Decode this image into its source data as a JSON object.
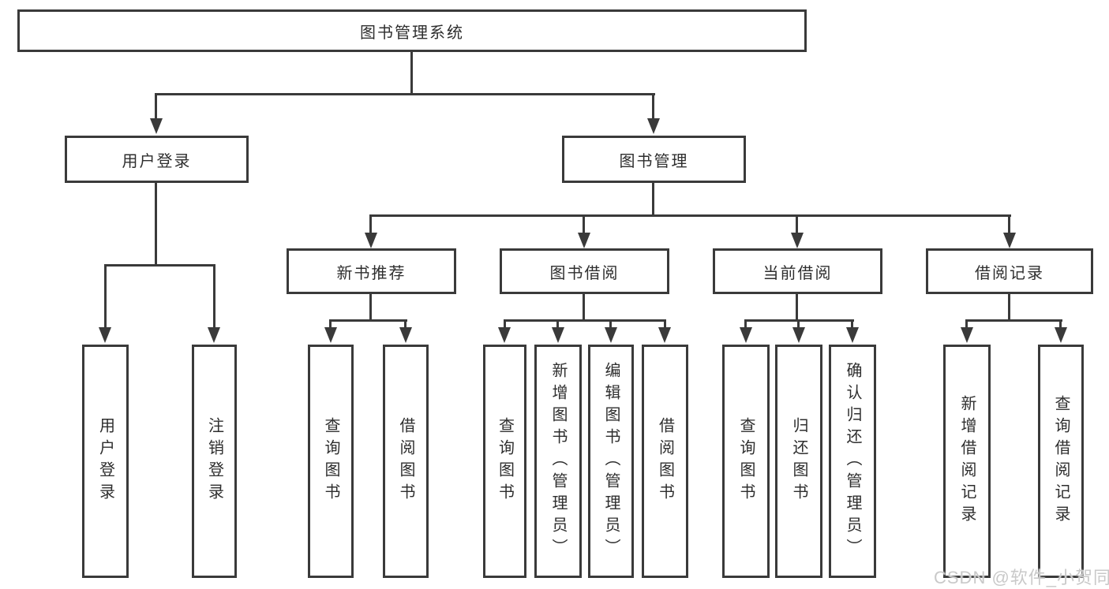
{
  "colors": {
    "line": "#3a3a3a",
    "text": "#2e2e2e",
    "background": "#ffffff",
    "watermark_text_color": "#c9c9c9"
  },
  "diagram": {
    "title_node": {
      "label": "图书管理系统"
    },
    "level2": [
      {
        "label": "用户登录"
      },
      {
        "label": "图书管理"
      }
    ],
    "level3": [
      {
        "label": "新书推荐"
      },
      {
        "label": "图书借阅"
      },
      {
        "label": "当前借阅"
      },
      {
        "label": "借阅记录"
      }
    ],
    "leaves": [
      {
        "label": "用户登录",
        "parent": "用户登录"
      },
      {
        "label": "注销登录",
        "parent": "用户登录"
      },
      {
        "label": "查询图书",
        "parent": "新书推荐"
      },
      {
        "label": "借阅图书",
        "parent": "新书推荐"
      },
      {
        "label": "查询图书",
        "parent": "图书借阅"
      },
      {
        "label": "新增图书（管理员）",
        "parent": "图书借阅"
      },
      {
        "label": "编辑图书（管理员）",
        "parent": "图书借阅"
      },
      {
        "label": "借阅图书",
        "parent": "图书借阅"
      },
      {
        "label": "查询图书",
        "parent": "当前借阅"
      },
      {
        "label": "归还图书",
        "parent": "当前借阅"
      },
      {
        "label": "确认归还（管理员）",
        "parent": "当前借阅"
      },
      {
        "label": "新增借阅记录",
        "parent": "借阅记录"
      },
      {
        "label": "查询借阅记录",
        "parent": "借阅记录"
      }
    ]
  },
  "watermark": {
    "text": "CSDN @软件_小贺同学"
  }
}
